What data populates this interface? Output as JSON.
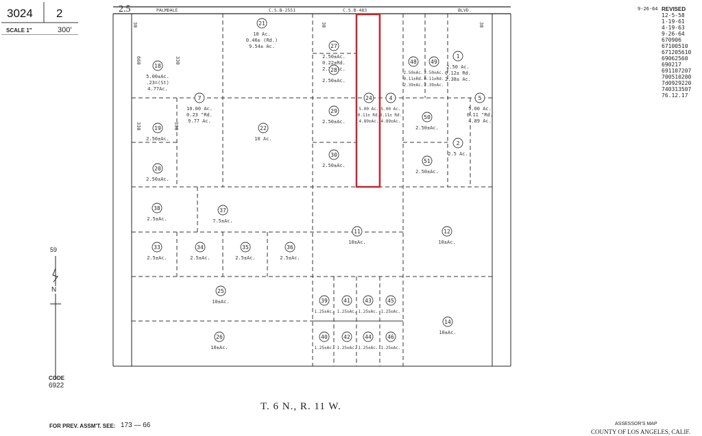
{
  "header": {
    "page_book": "3024",
    "page_no": "2",
    "scale_label": "SCALE 1\"",
    "scale_value": "300'"
  },
  "top_road": {
    "prefix": "2.5",
    "name": "PALMDALE",
    "csb1": "C.S.B-2551",
    "csb2": "C.S.B-483",
    "blvd": "BLVD."
  },
  "date_top": "9-26-64",
  "revised": {
    "title": "REVISED",
    "items": [
      "12-5-58",
      "1-19-61",
      "4-19-63",
      "9-26-64",
      "670906",
      "67100510",
      "671205610",
      "69062560",
      "690217",
      "691107207",
      "700510200",
      "7d0929220",
      "740313507",
      "76.12.17"
    ]
  },
  "north": {
    "label_top": "59",
    "label_n": "N"
  },
  "code": {
    "label": "CODE",
    "value": "6922"
  },
  "township": "T. 6 N., R. 11 W.",
  "footer": {
    "prev_label": "FOR PREV. ASSM'T. SEE:",
    "prev_value": "173 — 66",
    "assessor": "ASSESSOR'S MAP",
    "county": "COUNTY OF LOS ANGELES, CALIF."
  },
  "highlight_color": "#d0202a",
  "parcels": [
    {
      "num": "18",
      "lines": [
        "5.00±Ac.",
        ".23=(St)",
        "4.77Ac."
      ]
    },
    {
      "num": "19",
      "lines": [
        "2.50±Ac."
      ]
    },
    {
      "num": "20",
      "lines": [
        "2.50±Ac."
      ]
    },
    {
      "num": "7",
      "lines": [
        "10.00 Ac.",
        "0.23 \"Rd.",
        "9.77 Ac."
      ]
    },
    {
      "num": "21",
      "lines": [
        "10 Ac.",
        "0.46± (Rd.)",
        "9.54± Ac."
      ]
    },
    {
      "num": "22",
      "lines": [
        "10 Ac."
      ]
    },
    {
      "num": "27",
      "lines": [
        "2.50±Ac.",
        "0.22±Rd.",
        "2.28±Ac."
      ]
    },
    {
      "num": "28",
      "lines": [
        "2.50±Ac."
      ]
    },
    {
      "num": "29",
      "lines": [
        "2.50±Ac."
      ]
    },
    {
      "num": "30",
      "lines": [
        "2.50±Ac."
      ]
    },
    {
      "num": "24",
      "lines": [
        "5.00 Ac.",
        "0.11± Rd.",
        "4.89±Ac."
      ]
    },
    {
      "num": "4",
      "lines": [
        "5.00 Ac.",
        "0.11± Rd.",
        "4.89±Ac."
      ]
    },
    {
      "num": "48",
      "lines": [
        "2.50±Ac.",
        "0.11±Rd.",
        "2.39±Ac."
      ]
    },
    {
      "num": "49",
      "lines": [
        "2.50±Ac.",
        "0.11±Rd.",
        "2.39±Ac."
      ]
    },
    {
      "num": "1",
      "lines": [
        "2.50 Ac.",
        "0.12± Rd.",
        "2.38± Ac."
      ]
    },
    {
      "num": "50",
      "lines": [
        "2.50±Ac."
      ]
    },
    {
      "num": "51",
      "lines": [
        "2.50±Ac."
      ]
    },
    {
      "num": "2",
      "lines": [
        "2.5 Ac."
      ]
    },
    {
      "num": "5",
      "lines": [
        "5.00 Ac.",
        "0.11 \"Rd.",
        "4.89 Ac."
      ]
    },
    {
      "num": "38",
      "lines": [
        "2.5±Ac."
      ]
    },
    {
      "num": "37",
      "lines": [
        "7.5±Ac."
      ]
    },
    {
      "num": "11",
      "lines": [
        "10±Ac."
      ]
    },
    {
      "num": "12",
      "lines": [
        "10±Ac."
      ]
    },
    {
      "num": "33",
      "lines": [
        "2.5±Ac."
      ]
    },
    {
      "num": "34",
      "lines": [
        "2.5±Ac."
      ]
    },
    {
      "num": "35",
      "lines": [
        "2.5±Ac."
      ]
    },
    {
      "num": "36",
      "lines": [
        "2.5±Ac."
      ]
    },
    {
      "num": "25",
      "lines": [
        "10±Ac."
      ]
    },
    {
      "num": "26",
      "lines": [
        "10±Ac."
      ]
    },
    {
      "num": "39",
      "lines": [
        "1.25±Ac."
      ]
    },
    {
      "num": "41",
      "lines": [
        "1.25±Ac."
      ]
    },
    {
      "num": "43",
      "lines": [
        "1.25±Ac."
      ]
    },
    {
      "num": "45",
      "lines": [
        "1.25±Ac."
      ]
    },
    {
      "num": "40",
      "lines": [
        "1.25±Ac."
      ]
    },
    {
      "num": "42",
      "lines": [
        "1.25±Ac."
      ]
    },
    {
      "num": "44",
      "lines": [
        "1.25±Ac."
      ]
    },
    {
      "num": "46",
      "lines": [
        "1.25±Ac."
      ]
    },
    {
      "num": "14",
      "lines": [
        "10±Ac."
      ]
    }
  ],
  "dimensions": [
    "660",
    "330",
    "330",
    "330",
    "30",
    "30",
    "30"
  ]
}
